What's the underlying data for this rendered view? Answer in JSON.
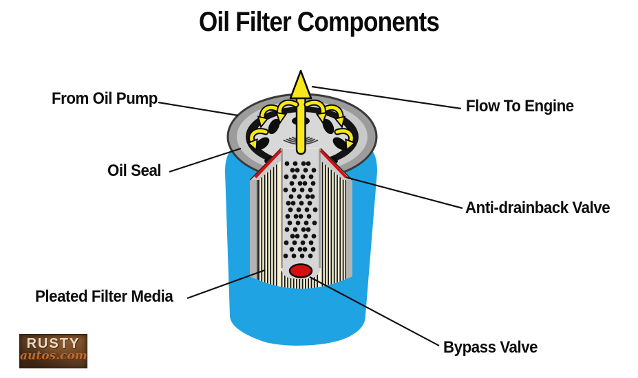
{
  "title": "Oil Filter Components",
  "labels": {
    "from_oil_pump": "From Oil Pump",
    "flow_to_engine": "Flow To Engine",
    "oil_seal": "Oil Seal",
    "anti_drainback": "Anti-drainback Valve",
    "pleated_media": "Pleated Filter Media",
    "bypass_valve": "Bypass Valve"
  },
  "logo": {
    "line1": "RUSTY",
    "line2": "autos.com"
  },
  "colors": {
    "can_blue": "#1fa3e3",
    "arrow_yellow": "#f8e71c",
    "valve_red": "#d40f0f",
    "media_cream": "#f5efd5",
    "leader_black": "#111111"
  }
}
